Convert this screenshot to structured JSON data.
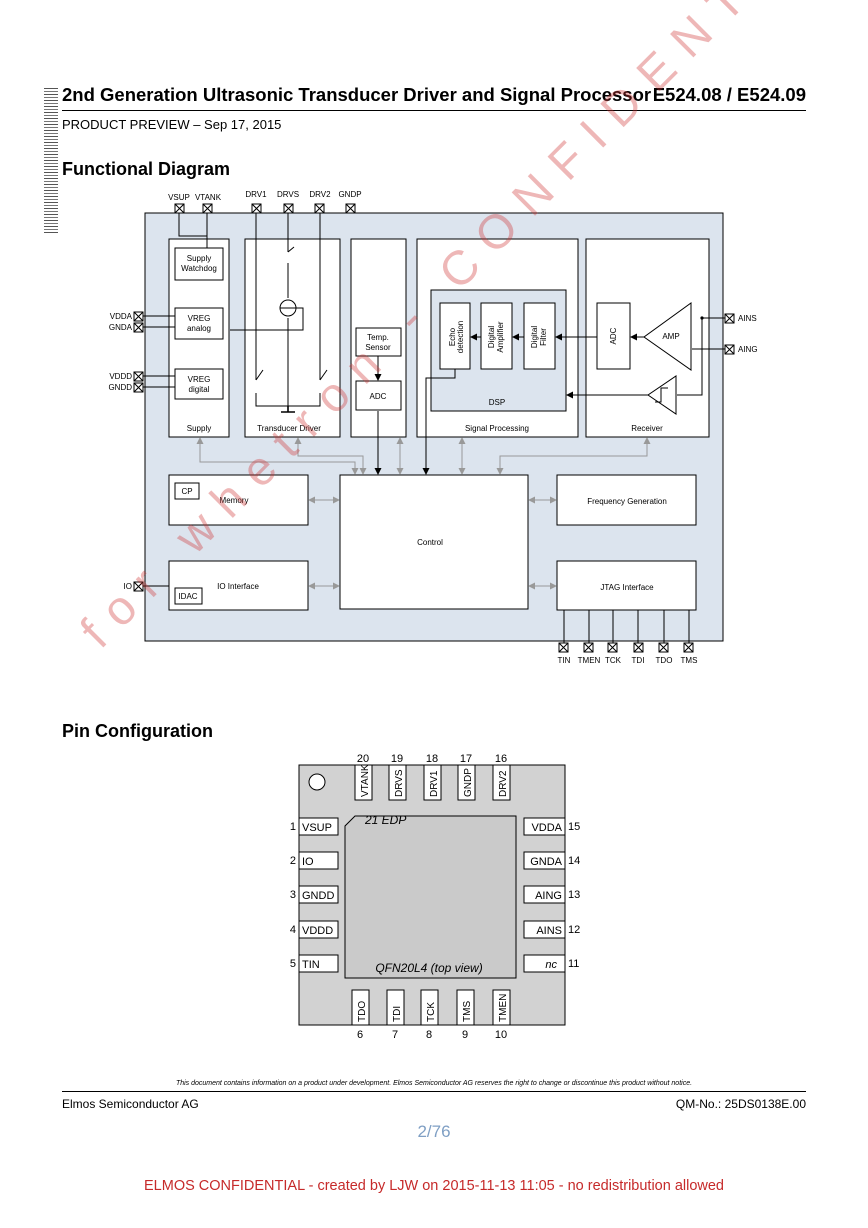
{
  "header": {
    "title": "2nd Generation Ultrasonic Transducer Driver and Signal Processor",
    "code": "E524.08 / E524.09",
    "subtitle": "PRODUCT PREVIEW – Sep 17, 2015"
  },
  "sections": {
    "functional_diagram": "Functional Diagram",
    "pin_configuration": "Pin Configuration"
  },
  "diagram": {
    "top_pins": [
      "VSUP",
      "VTANK",
      "DRV1",
      "DRVS",
      "DRV2",
      "GNDP"
    ],
    "left_pins": [
      "VDDA",
      "GNDA",
      "VDDD",
      "GNDD",
      "IO"
    ],
    "right_pins": [
      "AINS",
      "AING"
    ],
    "bottom_pins": [
      "TIN",
      "TMEN",
      "TCK",
      "TDI",
      "TDO",
      "TMS"
    ],
    "supply": {
      "label": "Supply",
      "watchdog": [
        "Supply",
        "Watchdog"
      ],
      "vreg_analog": [
        "VREG",
        "analog"
      ],
      "vreg_digital": [
        "VREG",
        "digital"
      ]
    },
    "transducer_driver": "Transducer Driver",
    "temp_sensor": [
      "Temp.",
      "Sensor"
    ],
    "adc": "ADC",
    "signal_processing": "Signal Processing",
    "dsp": "DSP",
    "echo_detection": [
      "Echo",
      "detection"
    ],
    "digital_amplifier": [
      "Digital",
      "Amplifier"
    ],
    "digital_filter": [
      "Digital",
      "Filter"
    ],
    "receiver": "Receiver",
    "receiver_adc": "ADC",
    "amp": "AMP",
    "memory": "Memory",
    "cp": "CP",
    "control": "Control",
    "frequency_generation": "Frequency Generation",
    "io_interface": "IO Interface",
    "idac": "IDAC",
    "jtag_interface": "JTAG Interface"
  },
  "pin_config": {
    "package": "QFN20L4 (top view)",
    "edp": "21 EDP",
    "top": [
      {
        "num": "20",
        "name": "VTANK"
      },
      {
        "num": "19",
        "name": "DRVS"
      },
      {
        "num": "18",
        "name": "DRV1"
      },
      {
        "num": "17",
        "name": "GNDP"
      },
      {
        "num": "16",
        "name": "DRV2"
      }
    ],
    "left": [
      {
        "num": "1",
        "name": "VSUP"
      },
      {
        "num": "2",
        "name": "IO"
      },
      {
        "num": "3",
        "name": "GNDD"
      },
      {
        "num": "4",
        "name": "VDDD"
      },
      {
        "num": "5",
        "name": "TIN"
      }
    ],
    "right": [
      {
        "num": "15",
        "name": "VDDA"
      },
      {
        "num": "14",
        "name": "GNDA"
      },
      {
        "num": "13",
        "name": "AING"
      },
      {
        "num": "12",
        "name": "AINS"
      },
      {
        "num": "11",
        "name": "nc"
      }
    ],
    "bottom": [
      {
        "num": "6",
        "name": "TDO"
      },
      {
        "num": "7",
        "name": "TDI"
      },
      {
        "num": "8",
        "name": "TCK"
      },
      {
        "num": "9",
        "name": "TMS"
      },
      {
        "num": "10",
        "name": "TMEN"
      }
    ]
  },
  "watermark": "for whetron - CONFIDENTIAL",
  "footer": {
    "note": "This document contains information on a product under development. Elmos Semiconductor AG reserves the right to change or discontinue this product without notice.",
    "company": "Elmos Semiconductor AG",
    "doc_no": "QM-No.: 25DS0138E.00",
    "page": "2/76",
    "confidential": "ELMOS CONFIDENTIAL - created by LJW on 2015-11-13 11:05 - no redistribution allowed"
  },
  "colors": {
    "diagram_bg": "#dce4ee",
    "pin_config_bg": "#d2d2d2",
    "page_number": "#7f9fc4",
    "confidential": "#c62a2a"
  }
}
